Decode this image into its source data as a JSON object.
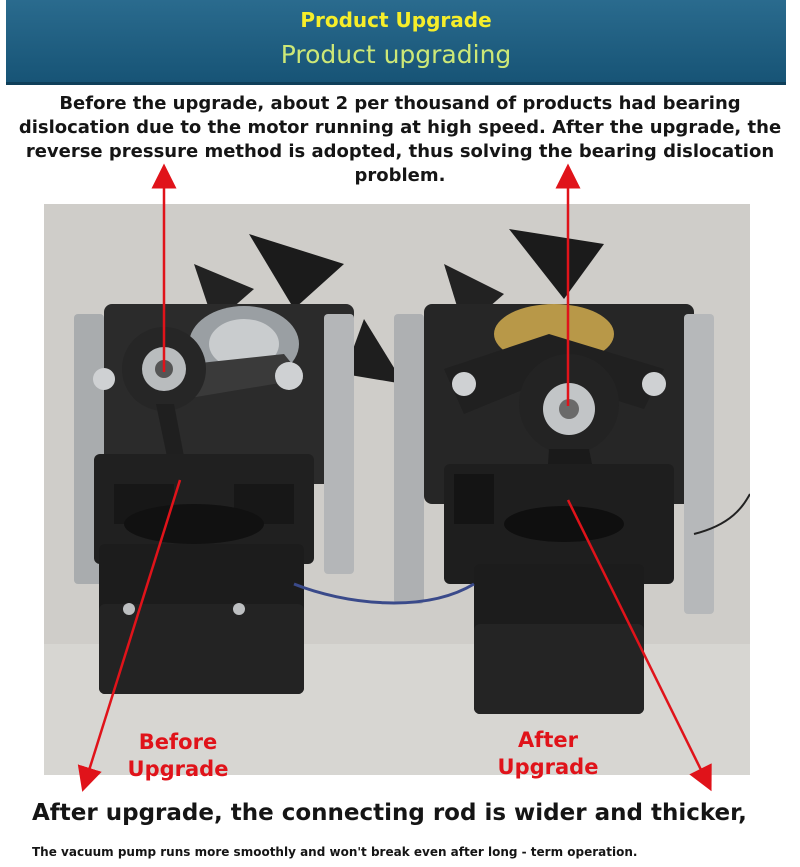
{
  "banner": {
    "title": "Product Upgrade",
    "subtitle": "Product upgrading"
  },
  "intro": {
    "text": "Before the upgrade, about 2 per thousand of products had bearing dislocation due to the motor running at high speed. After the upgrade, the reverse pressure method is adopted, thus solving the bearing dislocation problem."
  },
  "labels": {
    "before_line1": "Before",
    "before_line2": "Upgrade",
    "after_line1": "After",
    "after_line2": "Upgrade"
  },
  "footer": {
    "headline": "After upgrade, the connecting rod is wider and thicker,",
    "note": "The vacuum pump runs more smoothly and won't break even after long - term operation."
  },
  "colors": {
    "banner": "#1c5a7e",
    "banner_title": "#f6ee2a",
    "banner_subtitle": "#cde877",
    "arrow": "#e0131a",
    "text": "#151515"
  }
}
